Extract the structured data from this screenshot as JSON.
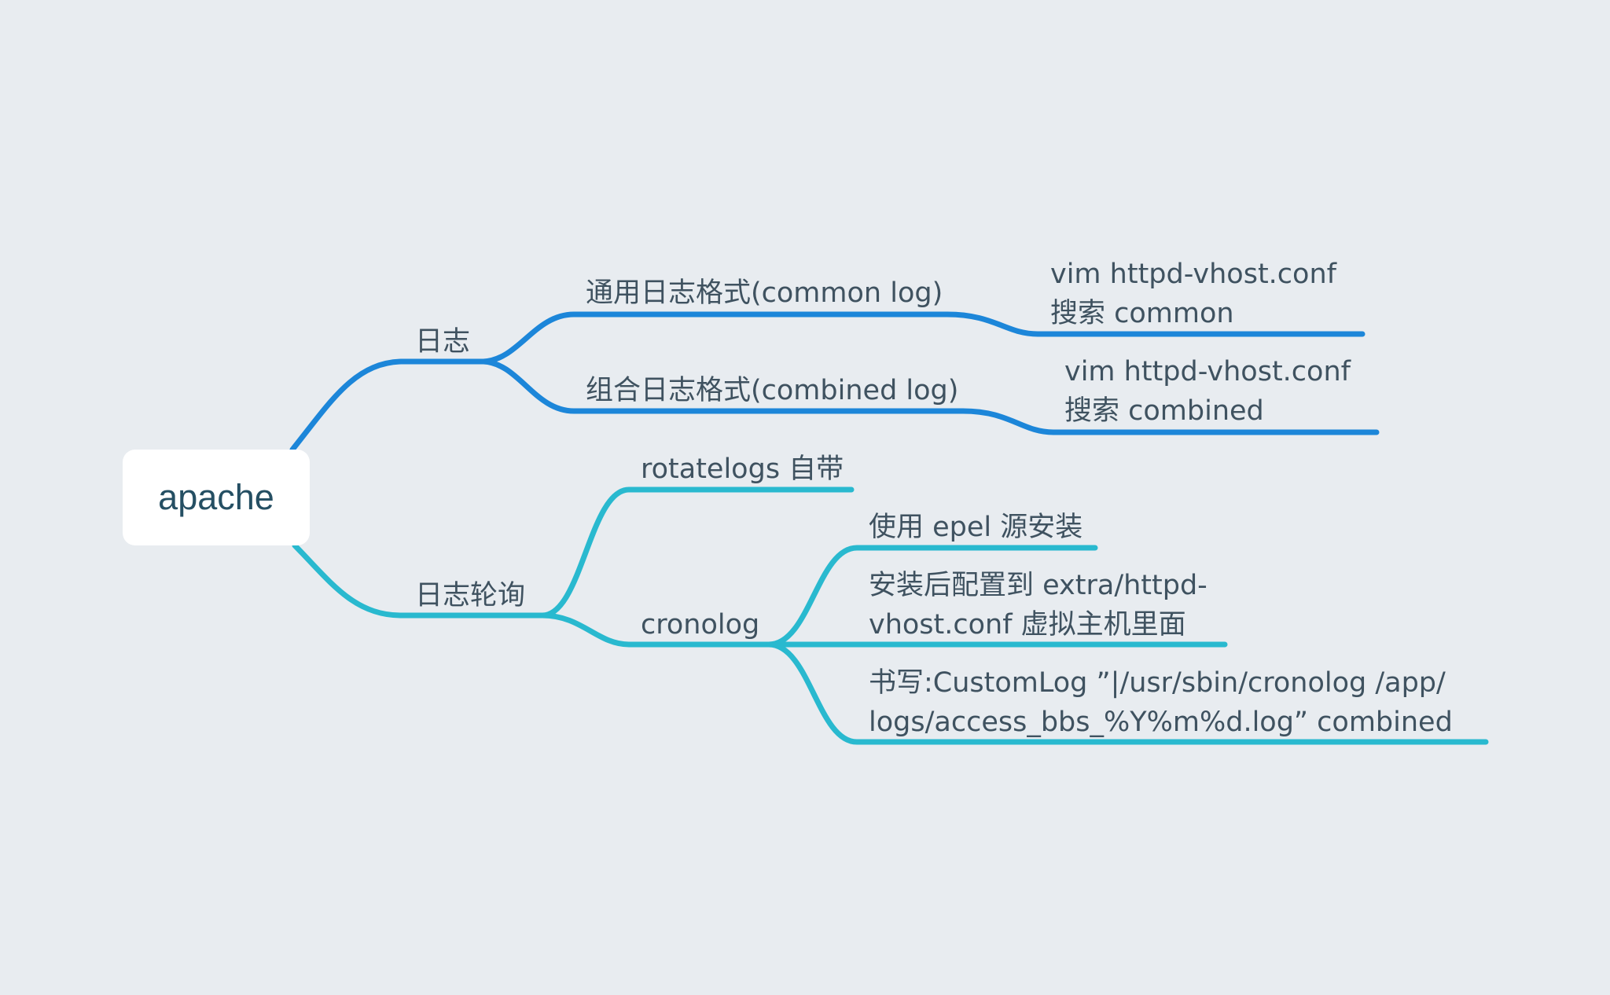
{
  "mindmap": {
    "root": "apache",
    "branches": {
      "log": {
        "label": "日志",
        "common": {
          "label": "通用日志格式(common log)",
          "detail": [
            "vim httpd-vhost.conf",
            "搜索 common"
          ]
        },
        "combined": {
          "label": "组合日志格式(combined log)",
          "detail": [
            "vim httpd-vhost.conf",
            "搜索 combined"
          ]
        }
      },
      "rotation": {
        "label": "日志轮询",
        "rotatelogs": "rotatelogs 自带",
        "cronolog": {
          "label": "cronolog",
          "install": "使用 epel 源安装",
          "config": [
            "安装后配置到 extra/httpd-",
            "vhost.conf 虚拟主机里面"
          ],
          "write": [
            "书写:CustomLog ”|/usr/sbin/cronolog /app/",
            "logs/access_bbs_%Y%m%d.log” combined"
          ]
        }
      }
    }
  },
  "colors": {
    "background": "#e8ecf0",
    "branch_log": "#1c86d9",
    "branch_rotation": "#29b9cf",
    "text": "#3f5260",
    "root_text": "#254f63"
  }
}
